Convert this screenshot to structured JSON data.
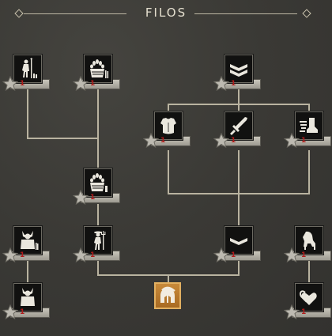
{
  "title": "FILOS",
  "colors": {
    "line": "#b9b3a0",
    "icon_bg": "#111110",
    "level_text": "#b11a1a",
    "base_fill": "#b8782c"
  },
  "base_node": {
    "icon": "spartan-helmet-icon"
  },
  "nodes": [
    {
      "id": "scout-with-spear",
      "icon": "spearman-icon",
      "level": "1"
    },
    {
      "id": "grain-harvest",
      "icon": "wheat-basket-icon",
      "level": "1"
    },
    {
      "id": "rank-chevrons",
      "icon": "double-chevron-icon",
      "level": "1"
    },
    {
      "id": "armor",
      "icon": "breastplate-icon",
      "level": "1"
    },
    {
      "id": "sword",
      "icon": "sword-icon",
      "level": "1"
    },
    {
      "id": "swift-boot",
      "icon": "winged-boot-icon",
      "level": "1"
    },
    {
      "id": "grain-storage",
      "icon": "wheat-basket-icon",
      "level": "1"
    },
    {
      "id": "armored-soldier",
      "icon": "horned-warrior-icon",
      "level": "1"
    },
    {
      "id": "farmer",
      "icon": "farmer-pitchfork-icon",
      "level": "1"
    },
    {
      "id": "rank-chevron",
      "icon": "single-chevron-icon",
      "level": "1"
    },
    {
      "id": "horse",
      "icon": "horse-icon",
      "level": "1"
    },
    {
      "id": "warrior-helmet",
      "icon": "horned-warrior-icon",
      "level": "1"
    },
    {
      "id": "hearts",
      "icon": "hearts-icon",
      "level": "1"
    }
  ]
}
